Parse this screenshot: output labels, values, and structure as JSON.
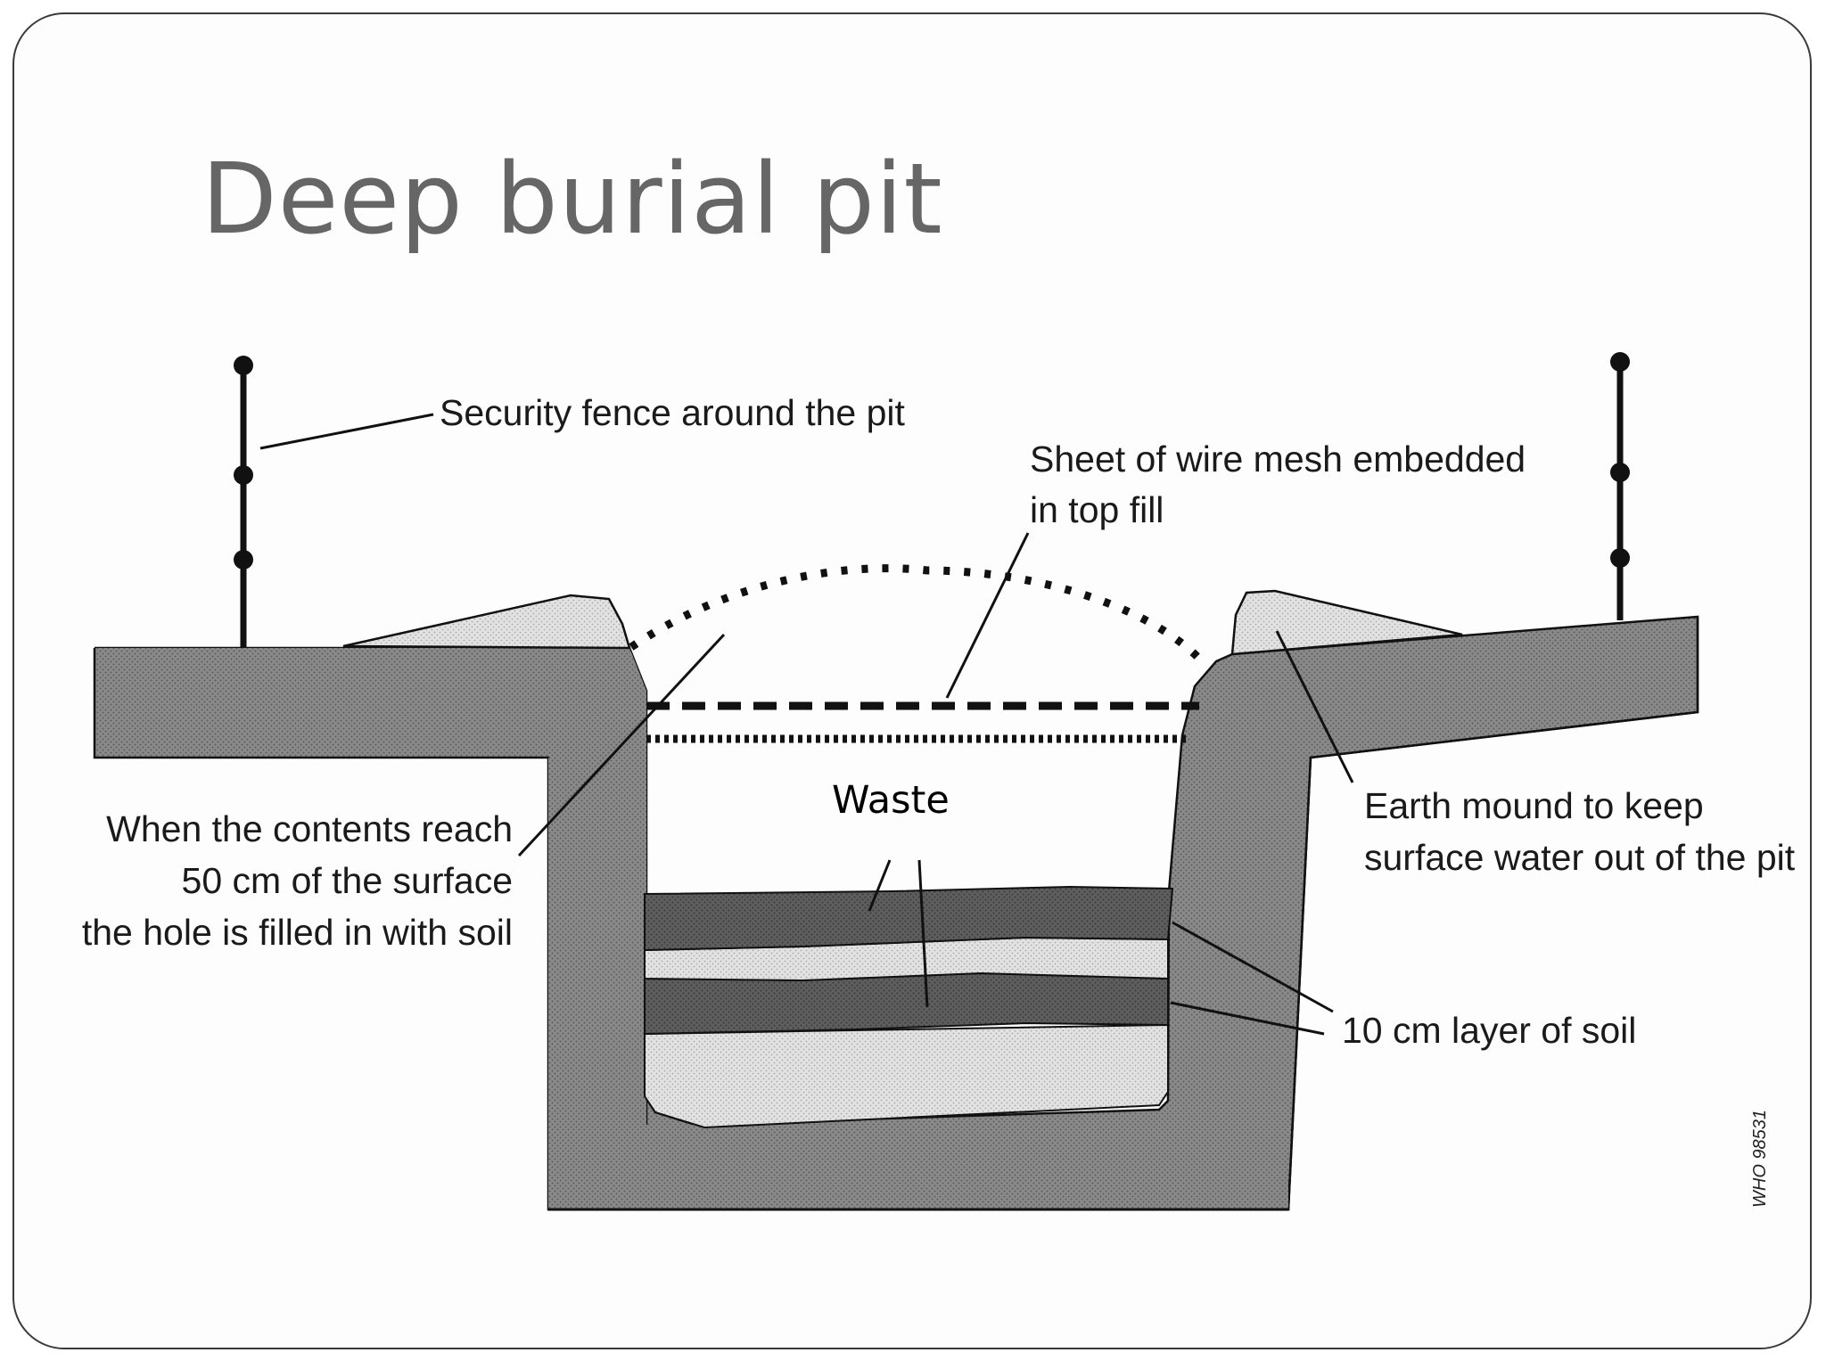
{
  "title": "Deep burial pit",
  "labels": {
    "fence": "Security fence around the pit",
    "mesh_line1": "Sheet of wire mesh embedded",
    "mesh_line2": "in top fill",
    "contents_line1": "When the contents reach",
    "contents_line2": "50 cm of the surface",
    "contents_line3": "the hole is filled in with soil",
    "waste": "Waste",
    "mound_line1": "Earth mound to keep",
    "mound_line2": "surface water out of the pit",
    "soil_layer": "10 cm layer of soil",
    "figure_code": "WHO 98531"
  },
  "colors": {
    "ground": "#8c8c8c",
    "mound": "#d2d2d2",
    "waste_light": "#dcdcdc",
    "soil_dark": "#595959",
    "line": "#111111",
    "title": "#666666"
  }
}
